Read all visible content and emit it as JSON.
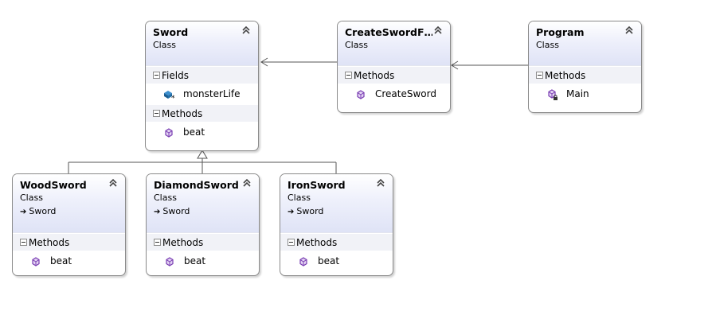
{
  "classes": {
    "sword": {
      "name": "Sword",
      "stereotype": "Class",
      "sections": {
        "fields": "Fields",
        "methods": "Methods"
      },
      "fields": [
        "monsterLife"
      ],
      "methods": [
        "beat"
      ]
    },
    "createswordf": {
      "name": "CreateSwordF…",
      "stereotype": "Class",
      "sections": {
        "methods": "Methods"
      },
      "methods": [
        "CreateSword"
      ]
    },
    "program": {
      "name": "Program",
      "stereotype": "Class",
      "sections": {
        "methods": "Methods"
      },
      "methods": [
        "Main"
      ]
    },
    "woodsword": {
      "name": "WoodSword",
      "stereotype": "Class",
      "base": "Sword",
      "sections": {
        "methods": "Methods"
      },
      "methods": [
        "beat"
      ]
    },
    "diamondsword": {
      "name": "DiamondSword",
      "stereotype": "Class",
      "base": "Sword",
      "sections": {
        "methods": "Methods"
      },
      "methods": [
        "beat"
      ]
    },
    "ironsword": {
      "name": "IronSword",
      "stereotype": "Class",
      "base": "Sword",
      "sections": {
        "methods": "Methods"
      },
      "methods": [
        "beat"
      ]
    }
  },
  "icons": {
    "collapse": "double-chevron-up-icon",
    "field": "field-icon",
    "method": "method-icon",
    "private_method": "private-method-icon",
    "inherits": "inherits-arrow-icon"
  },
  "colors": {
    "header_gradient_end": "#dfe3f6",
    "section_bg": "#f1f2f7",
    "border": "#8a8a8a",
    "method_icon": "#7a3fb3",
    "field_icon": "#1e6fa8",
    "connector": "#555555"
  }
}
